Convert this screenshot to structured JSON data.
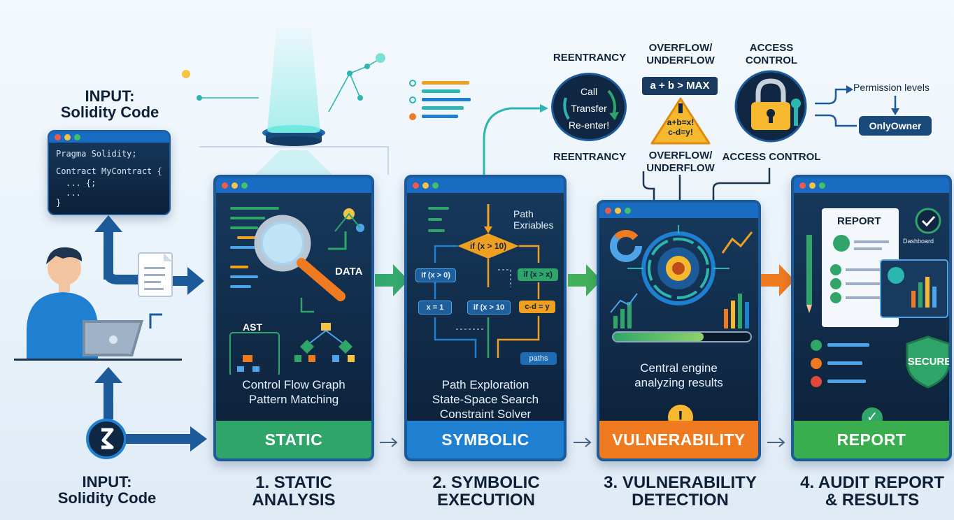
{
  "input": {
    "top_title_line1": "INPUT:",
    "top_title_line2": "Solidity Code",
    "code_line1": "Pragma Solidity;",
    "code_line2": "Contract MyContract {",
    "code_line3": "... {;",
    "code_line4": "...",
    "code_line5": "}",
    "bottom_title_line1": "INPUT:",
    "bottom_title_line2": "Solidity Code"
  },
  "static": {
    "data_label": "DATA",
    "ast_label": "AST",
    "desc_line1": "Control Flow Graph",
    "desc_line2": "Pattern Matching",
    "footer": "STATIC",
    "title_line1": "1. STATIC",
    "title_line2": "ANALYSIS"
  },
  "symbolic": {
    "path_label_line1": "Path",
    "path_label_line2": "Exriables",
    "cond_main": "if (x > 10)",
    "cond_left": "if (x > 0)",
    "cond_right": "if (x > x)",
    "box_x1": "x = 1",
    "box_mid": "if (x > 10",
    "box_cd": "c-d = y",
    "paths": "paths",
    "desc_line1": "Path Exploration",
    "desc_line2": "State-Space Search",
    "desc_line3": "Constraint Solver",
    "footer": "SYMBOLIC",
    "title_line1": "2. SYMBOLIC",
    "title_line2": "EXECUTION"
  },
  "vuln": {
    "reentrancy_top": "REENTRANCY",
    "overflow_top_line1": "OVERFLOW/",
    "overflow_top_line2": "UNDERFLOW",
    "access_top_line1": "ACCESS",
    "access_top_line2": "CONTROL",
    "call": "Call",
    "transfer": "Transfer",
    "reenter": "Re-enter!",
    "max_expr": "a + b > MAX",
    "warn_line1": "a+b=x!",
    "warn_line2": "c-d=y!",
    "permission": "Permission levels",
    "only_owner": "OnlyOwner",
    "reentrancy_bottom": "REENTRANCY",
    "overflow_bottom_line1": "OVERFLOW/",
    "overflow_bottom_line2": "UNDERFLOW",
    "access_bottom": "ACCESS CONTROL",
    "desc_line1": "Central engine",
    "desc_line2": "analyzing results",
    "footer": "VULNERABILITY",
    "title_line1": "3. VULNERABILITY",
    "title_line2": "DETECTION"
  },
  "report": {
    "report_label": "REPORT",
    "dashboard": "Dashboard",
    "secure": "SECURE",
    "footer": "REPORT",
    "title_line1": "4. AUDIT REPORT",
    "title_line2": "& RESULTS"
  },
  "colors": {
    "static_footer": "#2fa56a",
    "symbolic_footer": "#1f7fd0",
    "vuln_footer": "#f07a20",
    "report_footer": "#3aae4e"
  }
}
